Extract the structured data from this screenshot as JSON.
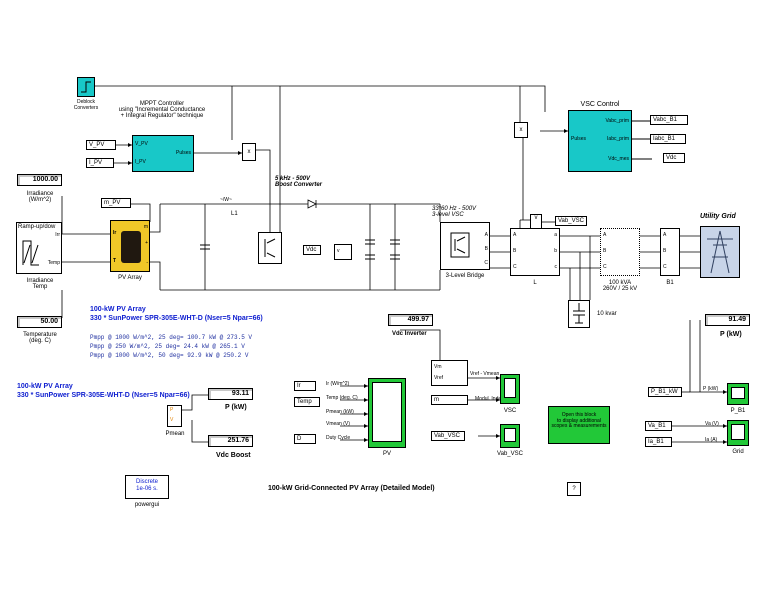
{
  "title": "100-kW Grid-Connected PV Array (Detailed Model)",
  "help_button": "?",
  "deblock": {
    "label": "Deblock\nConverters"
  },
  "mppt": {
    "title": "MPPT Controller\nusing \"Incremental Conductance\n+ Integral Regulator\" technique",
    "in1": "V_PV",
    "in2": "I_PV",
    "out": "Pulses"
  },
  "goto_tags": {
    "v_pv": "V_PV",
    "i_pv": "I_PV",
    "m_pv": "m_PV",
    "vdc": "Vdc",
    "vab_vsc": "Vab_VSC"
  },
  "irradiance": {
    "value": "1000.00",
    "label": "Irradiance\n(W/m^2)"
  },
  "ramp": {
    "title": "Ramp-up/dow",
    "out1": "Irr",
    "out2": "Temp",
    "label": "Irradiance\nTemp"
  },
  "temperature": {
    "value": "50.00",
    "label": "Temperature\n(deg. C)"
  },
  "pv_array": {
    "label": "PV Array",
    "ports": [
      "Ir",
      "T",
      "m",
      "+",
      "-"
    ]
  },
  "pv_info": {
    "line1": "100-kW  PV Array",
    "line2": "330 * SunPower SPR-305E-WHT-D  (Nser=5 Npar=66)",
    "pmpp": [
      "Pmpp @ 1000 W/m^2, 25 deg= 100.7  kW @ 273.5 V",
      "Pmpp @  250 W/m^2, 25 deg= 24.4  kW @ 265.1 V",
      "Pmpp @ 1000 W/m^2, 50 deg= 92.9  kW @ 250.2 V"
    ]
  },
  "pv_info2": {
    "line1": "100-kW  PV Array",
    "line2": "330 * SunPower SPR-305E-WHT-D  (Nser=5 Npar=66)"
  },
  "boost": {
    "title": "5 kHz - 500V\nBoost Converter",
    "inductor": "L1",
    "mult": "x"
  },
  "vsc": {
    "title": "33*60 Hz - 500V\n3-level VSC",
    "bridge": "3-Level Bridge",
    "filter": "L",
    "ports_a": [
      "A",
      "B",
      "C"
    ],
    "ports_b": [
      "a",
      "b",
      "c"
    ]
  },
  "transformer": {
    "label": "100 kVA\n260V / 25 kV"
  },
  "bus": {
    "label": "B1"
  },
  "capbank": {
    "label": "10 kvar"
  },
  "grid": {
    "label": "Utility Grid"
  },
  "vsc_control": {
    "title": "VSC Control",
    "in1": "Vabc_prim",
    "in2": "Iabc_prim",
    "in3": "Vdc_mes",
    "out": "Pulses",
    "tag1": "Vabc_B1",
    "tag2": "Iabc_B1",
    "tag3": "Vdc"
  },
  "vdc_inverter": {
    "value": "499.97",
    "label": "Vdc Inverter"
  },
  "vsc_scope": {
    "in1": "Vm",
    "in2": "Vref",
    "sig1": "Vref - Vmean",
    "sig2": "Modul. Index",
    "m": "m",
    "label": "VSC"
  },
  "vab_scope": {
    "tag": "Vab_VSC",
    "label": "Vab_VSC"
  },
  "pmean": {
    "label": "Pmean",
    "in1": "P",
    "in2": "V"
  },
  "p_kw_display": {
    "value": "93.11",
    "label": "P (kW)"
  },
  "vdc_boost": {
    "value": "251.76",
    "label": "Vdc Boost"
  },
  "pv_scope": {
    "in_ir": "Ir",
    "in_temp": "Temp",
    "in_d": "D",
    "sig": [
      "Ir (W/m^2)",
      "Temp (deg. C)",
      "Pmean  (kW)",
      "Vmean (V)",
      "Duty Cycle"
    ],
    "label": "PV"
  },
  "info_block": {
    "text": "Open this block\nto display additional\nscopes & measurements"
  },
  "p_grid": {
    "value": "91.49",
    "label": "P (kW)",
    "tag": "P_B1_kW",
    "scope_in": "P (kW)",
    "scope": "P_B1"
  },
  "grid_scope": {
    "tag1": "Va_B1",
    "tag2": "Ia_B1",
    "sig1": "Va (V)",
    "sig2": "Ia (A)",
    "label": "Grid"
  },
  "powergui": {
    "mode": "Discrete\n1e-06 s.",
    "label": "powergui"
  }
}
